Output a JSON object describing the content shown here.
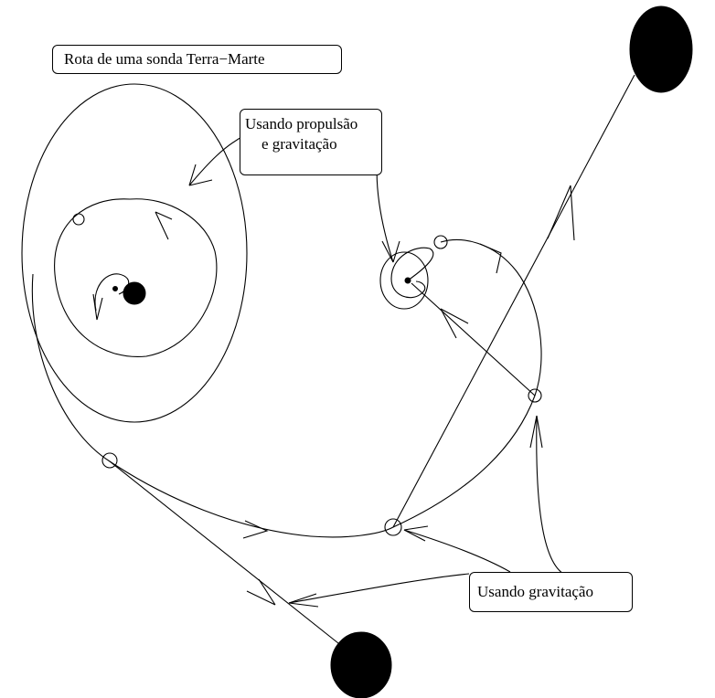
{
  "labels": {
    "title": "Rota de uma sonda Terra−Marte",
    "propulsion_line1": "Usando propulsão",
    "propulsion_line2": "e gravitação",
    "gravity": "Usando gravitação"
  },
  "colors": {
    "ink": "#000000",
    "background": "#ffffff"
  }
}
